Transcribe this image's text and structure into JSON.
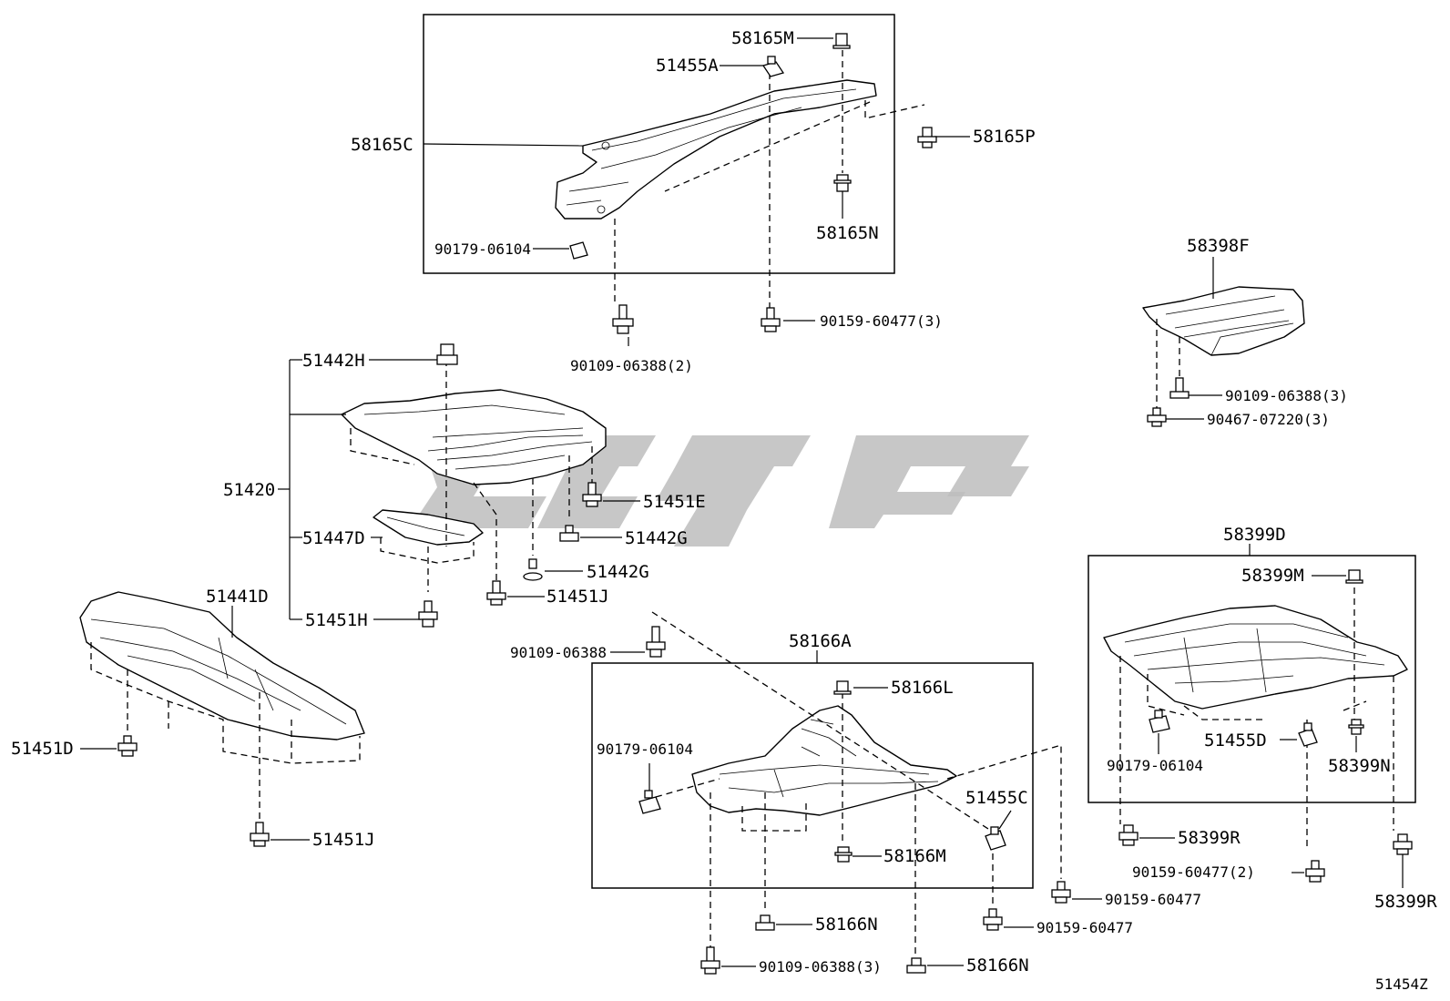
{
  "diagram_code": "51454Z",
  "callouts": {
    "p58165M": "58165M",
    "p51455A": "51455A",
    "p58165C": "58165C",
    "p58165P": "58165P",
    "p58165N": "58165N",
    "p90179_top": "90179-06104",
    "p90109_top": "90109-06388(2)",
    "p90159_top": "90159-60477(3)",
    "p58398F": "58398F",
    "p90109_right": "90109-06388(3)",
    "p90467": "90467-07220(3)",
    "p51442H": "51442H",
    "p51420": "51420",
    "p51447D": "51447D",
    "p51451H": "51451H",
    "p51451E": "51451E",
    "p51442G_a": "51442G",
    "p51442G_b": "51442G",
    "p51451J_mid": "51451J",
    "p51441D": "51441D",
    "p51451D": "51451D",
    "p51451J_low": "51451J",
    "p90109_mid": "90109-06388",
    "p58166A": "58166A",
    "p58166L": "58166L",
    "p90179_mid": "90179-06104",
    "p51455C": "51455C",
    "p58166M": "58166M",
    "p58166N_a": "58166N",
    "p58166N_b": "58166N",
    "p90109_bottom": "90109-06388(3)",
    "p90159_mid_a": "90159-60477",
    "p90159_mid_b": "90159-60477",
    "p58399D": "58399D",
    "p58399M": "58399M",
    "p51455D": "51455D",
    "p90179_right": "90179-06104",
    "p58399N": "58399N",
    "p58399R_a": "58399R",
    "p58399R_b": "58399R",
    "p90159_right": "90159-60477(2)"
  }
}
